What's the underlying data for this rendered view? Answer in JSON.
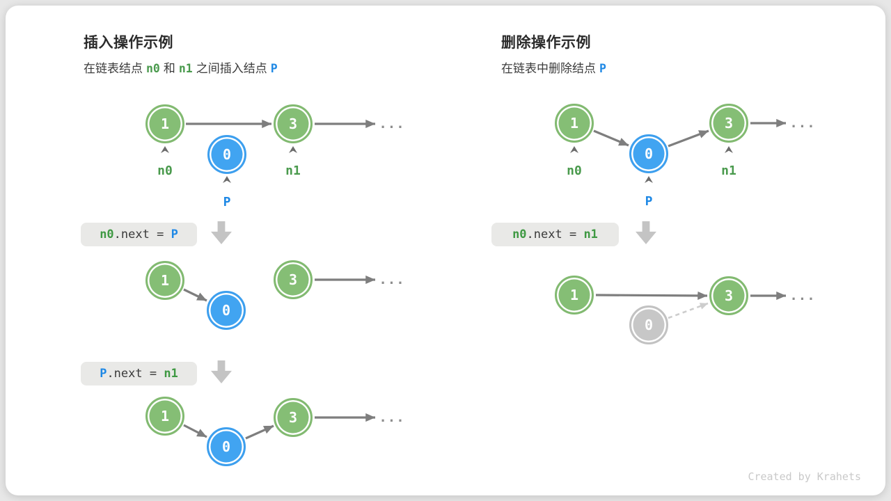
{
  "meta": {
    "footer": "Created by Krahets",
    "ellipsis": "..."
  },
  "values": {
    "one": "1",
    "zero": "0",
    "three": "3"
  },
  "labels": {
    "n0": "n0",
    "n1": "n1",
    "p": "P"
  },
  "left": {
    "title": "插入操作示例",
    "subtitle": {
      "t1": "在链表结点",
      "n0": "n0",
      "t2": "和",
      "n1": "n1",
      "t3": "之间插入结点",
      "p": "P"
    },
    "code1": {
      "a": "n0",
      "b": ".next = ",
      "c": "P"
    },
    "code2": {
      "a": "P",
      "b": ".next = ",
      "c": "n1"
    }
  },
  "right": {
    "title": "删除操作示例",
    "subtitle": {
      "t1": "在链表中删除结点",
      "p": "P"
    },
    "code1": {
      "a": "n0",
      "b": ".next = ",
      "c": "n1"
    }
  },
  "colors": {
    "node_green": "#85BE75",
    "node_blue": "#41A4F1",
    "node_gray": "#C7C7C7",
    "arrow_gray": "#7E7E7E",
    "dashed_gray": "#CDCDCD",
    "label_green": "#4A9A4D",
    "label_blue": "#1E88E5",
    "code_bg": "#E9E9E7",
    "block_arrow": "#C4C4C4",
    "footer_text": "#C9C9C9"
  }
}
